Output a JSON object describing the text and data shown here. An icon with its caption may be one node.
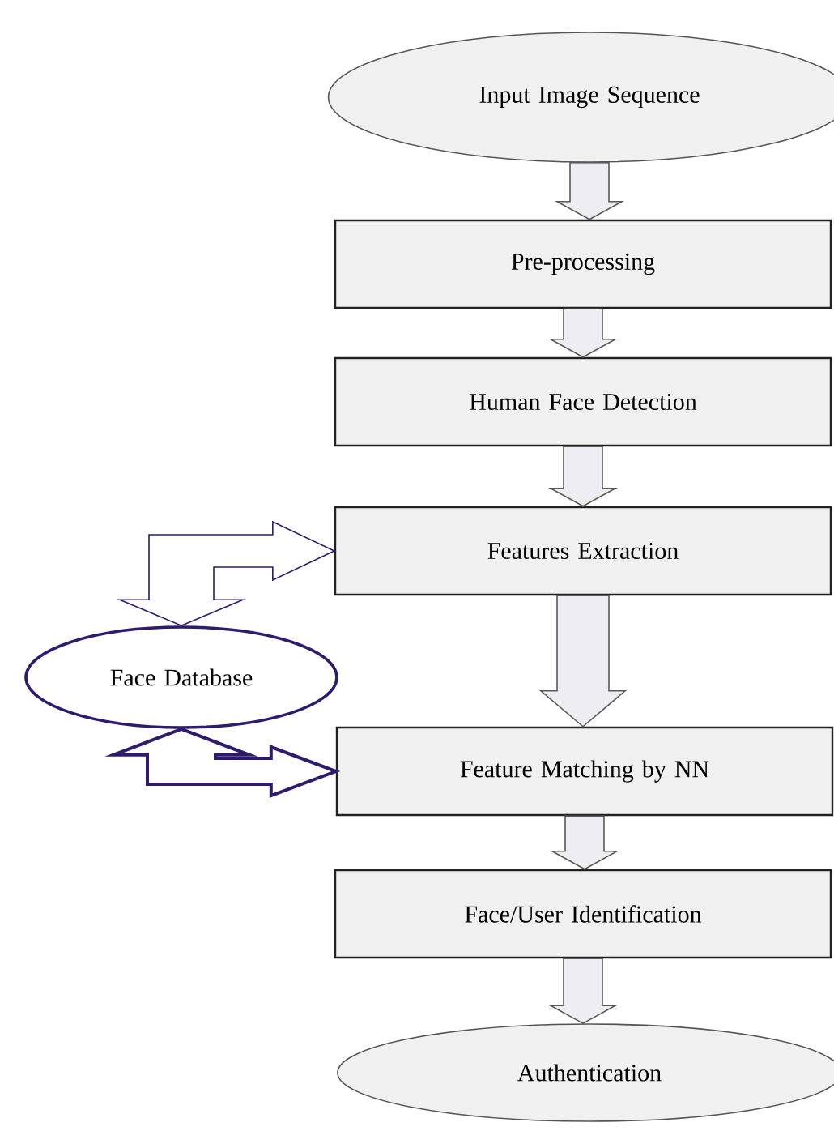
{
  "diagram": {
    "nodes": [
      {
        "text": [
          "Input Image Sequence"
        ]
      },
      {
        "text": [
          "Pre-processing"
        ]
      },
      {
        "text": [
          "Human Face Detection"
        ]
      },
      {
        "text": [
          "Features Extraction"
        ]
      },
      {
        "text": [
          "Face Database"
        ]
      },
      {
        "text": [
          "Feature Matching by NN"
        ]
      },
      {
        "text": [
          "Face/User Identification"
        ]
      },
      {
        "text": [
          "Authentication"
        ]
      }
    ],
    "edges": [
      {
        "from": 0,
        "to": 1,
        "arrow": "to"
      },
      {
        "from": 1,
        "to": 2,
        "arrow": "to"
      },
      {
        "from": 2,
        "to": 3,
        "arrow": "to"
      },
      {
        "from": 3,
        "to": 5,
        "arrow": "to"
      },
      {
        "from": 5,
        "to": 6,
        "arrow": "to"
      },
      {
        "from": 6,
        "to": 7,
        "arrow": "to"
      },
      {
        "from": 4,
        "to": 3,
        "arrow": "both",
        "color": "#2e1a6e"
      },
      {
        "from": 4,
        "to": 5,
        "arrow": "both",
        "style": "thick",
        "color": "#2e1a6e"
      }
    ]
  }
}
